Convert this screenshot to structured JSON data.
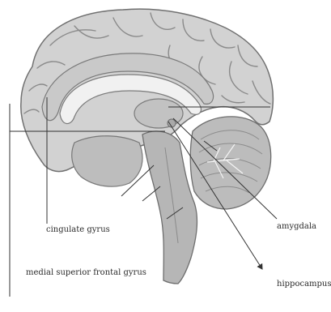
{
  "diagram": {
    "labels": {
      "cingulate_gyrus": "cingulate gyrus",
      "medial_superior_frontal_gyrus": "medial superior frontal gyrus",
      "amygdala": "amygdala",
      "hippocampus": "hippocampus"
    },
    "colors": {
      "cortex_fill": "#d2d2d2",
      "cortex_stroke": "#707070",
      "sulcus": "#8a8a8a",
      "corpus_callosum": "#f1f1f1",
      "cerebellum_fill": "#bcbcbc",
      "brainstem_fill": "#b6b6b6",
      "leader_line": "#333333"
    }
  }
}
